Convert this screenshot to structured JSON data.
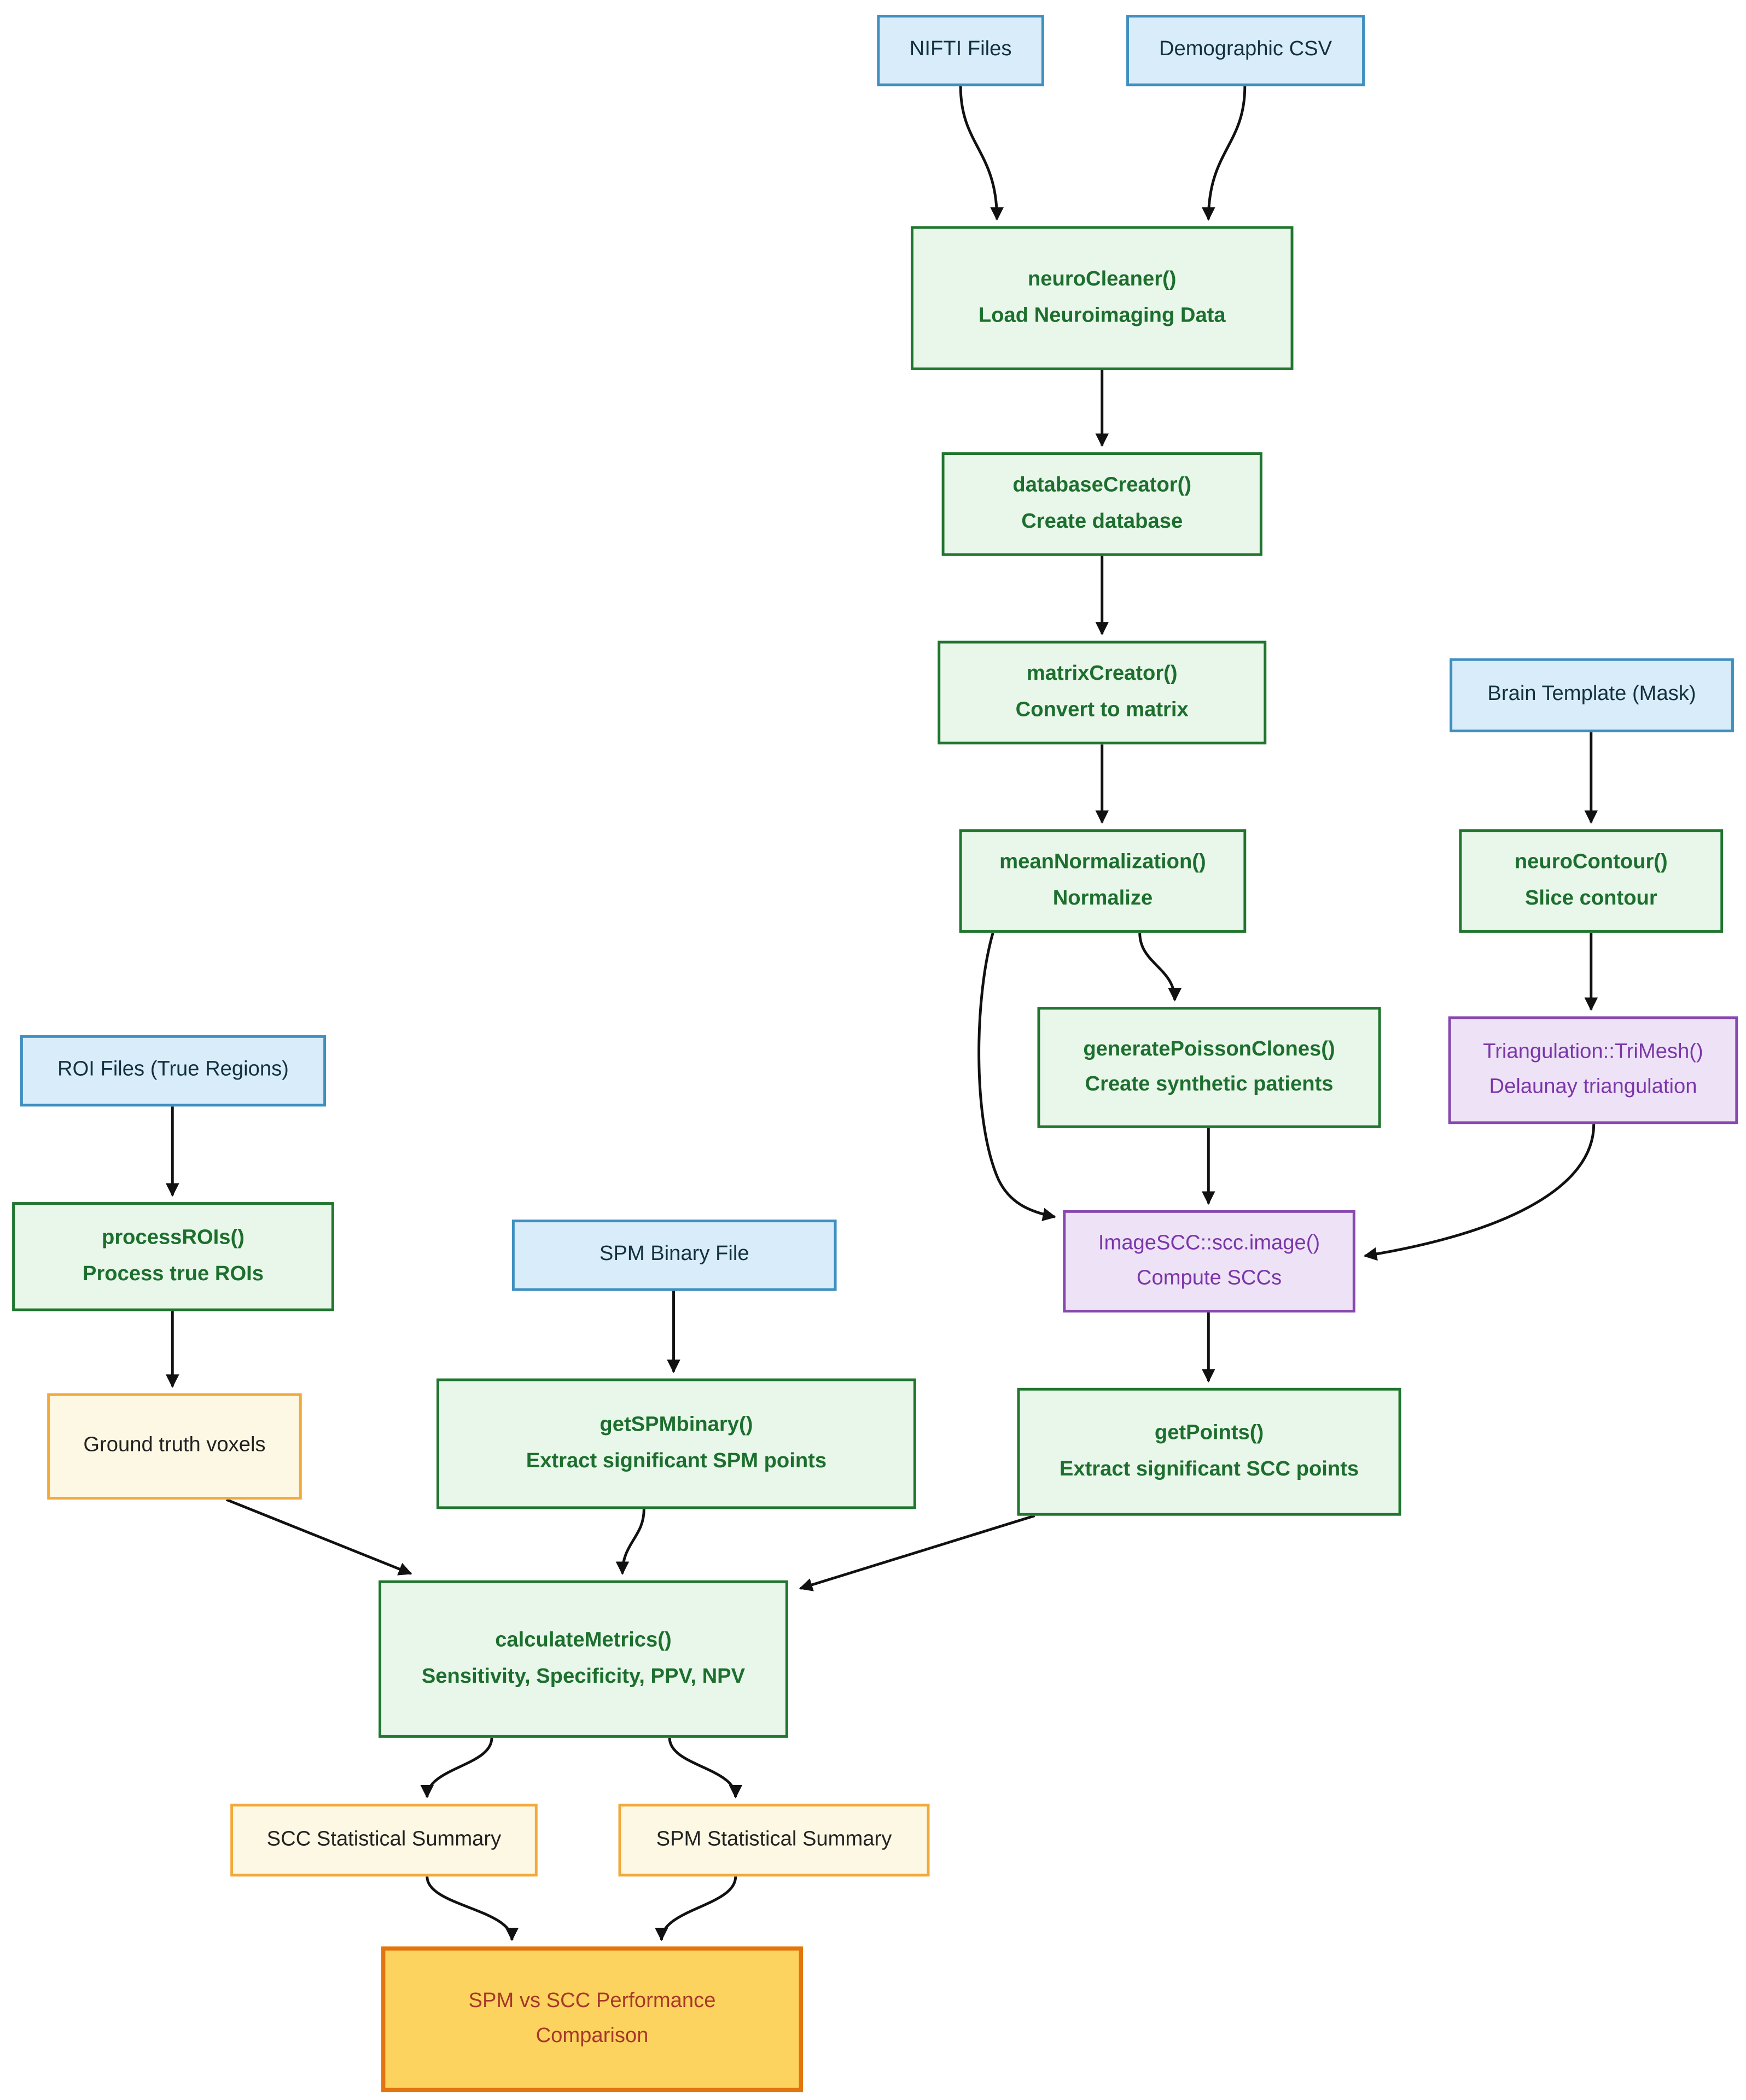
{
  "diagram": {
    "type": "flowchart",
    "nodes": [
      {
        "id": "nifti",
        "type": "input",
        "lines": [
          "NIFTI Files"
        ]
      },
      {
        "id": "demographic-csv",
        "type": "input",
        "lines": [
          "Demographic CSV"
        ]
      },
      {
        "id": "neurocleaner",
        "type": "process",
        "lines": [
          "neuroCleaner()",
          "Load Neuroimaging Data"
        ]
      },
      {
        "id": "databasecreator",
        "type": "process",
        "lines": [
          "databaseCreator()",
          "Create database"
        ]
      },
      {
        "id": "matrixcreator",
        "type": "process",
        "lines": [
          "matrixCreator()",
          "Convert to matrix"
        ]
      },
      {
        "id": "meannormalization",
        "type": "process",
        "lines": [
          "meanNormalization()",
          "Normalize"
        ]
      },
      {
        "id": "braintemplate",
        "type": "input",
        "lines": [
          "Brain Template (Mask)"
        ]
      },
      {
        "id": "neurocontour",
        "type": "process",
        "lines": [
          "neuroContour()",
          "Slice contour"
        ]
      },
      {
        "id": "generatepoissonclones",
        "type": "process",
        "lines": [
          "generatePoissonClones()",
          "Create synthetic patients"
        ]
      },
      {
        "id": "trimesh",
        "type": "purple",
        "lines": [
          "Triangulation::TriMesh()",
          "Delaunay triangulation"
        ]
      },
      {
        "id": "imagescc",
        "type": "purple",
        "lines": [
          "ImageSCC::scc.image()",
          "Compute SCCs"
        ]
      },
      {
        "id": "roifiles",
        "type": "input",
        "lines": [
          "ROI Files (True Regions)"
        ]
      },
      {
        "id": "processrois",
        "type": "process",
        "lines": [
          "processROIs()",
          "Process true ROIs"
        ]
      },
      {
        "id": "spmbinaryfile",
        "type": "input",
        "lines": [
          "SPM Binary File"
        ]
      },
      {
        "id": "groundtruth",
        "type": "output",
        "lines": [
          "Ground truth voxels"
        ]
      },
      {
        "id": "getspmbinary",
        "type": "process",
        "lines": [
          "getSPMbinary()",
          "Extract significant SPM points"
        ]
      },
      {
        "id": "getpoints",
        "type": "process",
        "lines": [
          "getPoints()",
          "Extract significant SCC points"
        ]
      },
      {
        "id": "calculatemetrics",
        "type": "process",
        "lines": [
          "calculateMetrics()",
          "Sensitivity, Specificity, PPV, NPV"
        ]
      },
      {
        "id": "sccsummary",
        "type": "output",
        "lines": [
          "SCC Statistical Summary"
        ]
      },
      {
        "id": "spmsummary",
        "type": "output",
        "lines": [
          "SPM Statistical Summary"
        ]
      },
      {
        "id": "comparison",
        "type": "final",
        "lines": [
          "SPM vs SCC Performance",
          "Comparison"
        ]
      }
    ],
    "edges": [
      {
        "from": "nifti",
        "to": "neurocleaner"
      },
      {
        "from": "demographic-csv",
        "to": "neurocleaner"
      },
      {
        "from": "neurocleaner",
        "to": "databasecreator"
      },
      {
        "from": "databasecreator",
        "to": "matrixcreator"
      },
      {
        "from": "matrixcreator",
        "to": "meannormalization"
      },
      {
        "from": "meannormalization",
        "to": "generatepoissonclones"
      },
      {
        "from": "meannormalization",
        "to": "imagescc"
      },
      {
        "from": "braintemplate",
        "to": "neurocontour"
      },
      {
        "from": "neurocontour",
        "to": "trimesh"
      },
      {
        "from": "trimesh",
        "to": "imagescc"
      },
      {
        "from": "generatepoissonclones",
        "to": "imagescc"
      },
      {
        "from": "imagescc",
        "to": "getpoints"
      },
      {
        "from": "roifiles",
        "to": "processrois"
      },
      {
        "from": "processrois",
        "to": "groundtruth"
      },
      {
        "from": "spmbinaryfile",
        "to": "getspmbinary"
      },
      {
        "from": "groundtruth",
        "to": "calculatemetrics"
      },
      {
        "from": "getspmbinary",
        "to": "calculatemetrics"
      },
      {
        "from": "getpoints",
        "to": "calculatemetrics"
      },
      {
        "from": "calculatemetrics",
        "to": "sccsummary"
      },
      {
        "from": "calculatemetrics",
        "to": "spmsummary"
      },
      {
        "from": "sccsummary",
        "to": "comparison"
      },
      {
        "from": "spmsummary",
        "to": "comparison"
      }
    ]
  },
  "colors": {
    "input_bg": "#d8ecf9",
    "input_border": "#3f8fc0",
    "input_text": "#14313f",
    "process_bg": "#e9f6ea",
    "process_border": "#20752f",
    "process_text": "#1d6f2e",
    "purple_bg": "#ede2f6",
    "purple_border": "#8648ae",
    "purple_text": "#7b36a9",
    "output_bg": "#fdf8e3",
    "output_border": "#f2a93b",
    "output_text": "#222222",
    "final_bg": "#fbd35e",
    "final_border": "#e2750f",
    "final_text": "#a8372a",
    "edge": "#111111",
    "background": "#ffffff"
  }
}
